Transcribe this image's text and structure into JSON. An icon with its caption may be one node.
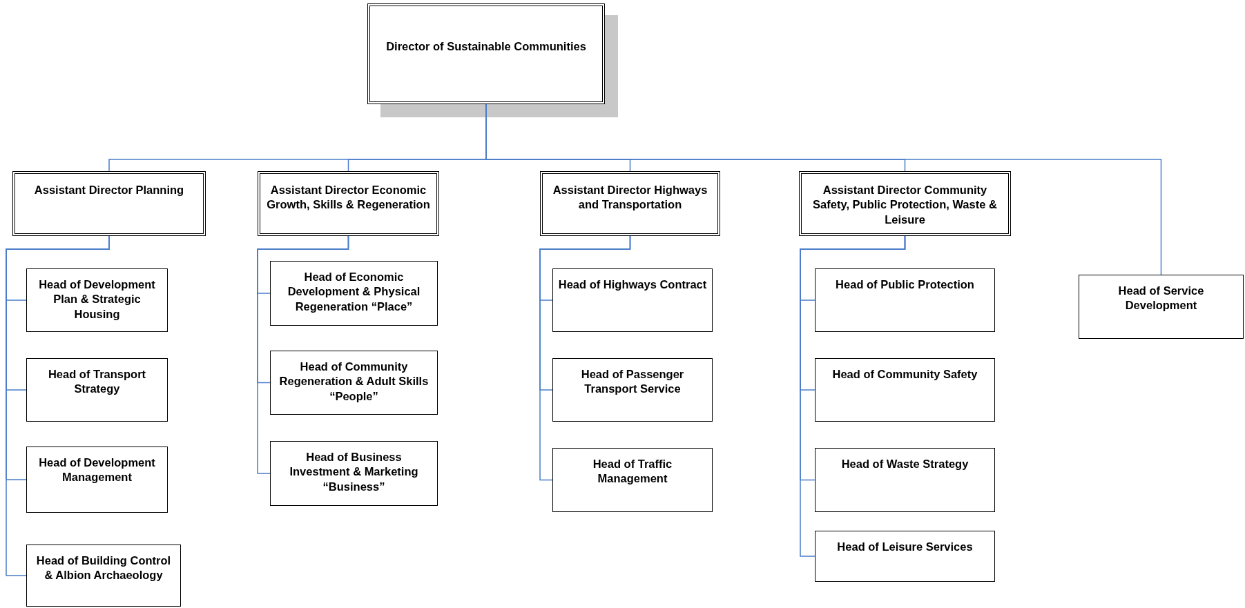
{
  "diagram": {
    "nodes": [
      {
        "text": [
          "Director of Sustainable Communities"
        ]
      },
      {
        "text": [
          "Assistant Director Planning"
        ]
      },
      {
        "text": [
          "Assistant Director Economic Growth, Skills & Regeneration"
        ]
      },
      {
        "text": [
          "Assistant Director Highways and Transportation"
        ]
      },
      {
        "text": [
          "Assistant Director Community Safety, Public Protection, Waste & Leisure"
        ]
      },
      {
        "text": [
          "Head of Service Development"
        ]
      },
      {
        "text": [
          "Head of Development Plan & Strategic Housing"
        ]
      },
      {
        "text": [
          "Head of Transport Strategy"
        ]
      },
      {
        "text": [
          "Head of Development Management"
        ]
      },
      {
        "text": [
          "Head of Building Control & Albion Archaeology"
        ]
      },
      {
        "text": [
          "Head of Economic Development & Physical Regeneration “Place”"
        ]
      },
      {
        "text": [
          "Head of Community Regeneration & Adult Skills “People”"
        ]
      },
      {
        "text": [
          "Head of Business Investment & Marketing “Business”"
        ]
      },
      {
        "text": [
          "Head of Highways Contract"
        ]
      },
      {
        "text": [
          "Head of Passenger Transport Service"
        ]
      },
      {
        "text": [
          "Head of Traffic Management"
        ]
      },
      {
        "text": [
          "Head of Public Protection"
        ]
      },
      {
        "text": [
          "Head of Community Safety"
        ]
      },
      {
        "text": [
          "Head of Waste Strategy"
        ]
      },
      {
        "text": [
          "Head of Leisure Services"
        ]
      }
    ],
    "edges": [
      {
        "from": 0,
        "to": 1,
        "arrow": "none"
      },
      {
        "from": 0,
        "to": 2,
        "arrow": "none"
      },
      {
        "from": 0,
        "to": 3,
        "arrow": "none"
      },
      {
        "from": 0,
        "to": 4,
        "arrow": "none"
      },
      {
        "from": 0,
        "to": 5,
        "arrow": "none"
      },
      {
        "from": 1,
        "to": 6,
        "arrow": "none"
      },
      {
        "from": 1,
        "to": 7,
        "arrow": "none"
      },
      {
        "from": 1,
        "to": 8,
        "arrow": "none"
      },
      {
        "from": 1,
        "to": 9,
        "arrow": "none"
      },
      {
        "from": 2,
        "to": 10,
        "arrow": "none"
      },
      {
        "from": 2,
        "to": 11,
        "arrow": "none"
      },
      {
        "from": 2,
        "to": 12,
        "arrow": "none"
      },
      {
        "from": 3,
        "to": 13,
        "arrow": "none"
      },
      {
        "from": 3,
        "to": 14,
        "arrow": "none"
      },
      {
        "from": 3,
        "to": 15,
        "arrow": "none"
      },
      {
        "from": 4,
        "to": 16,
        "arrow": "none"
      },
      {
        "from": 4,
        "to": 17,
        "arrow": "none"
      },
      {
        "from": 4,
        "to": 18,
        "arrow": "none"
      },
      {
        "from": 4,
        "to": 19,
        "arrow": "none"
      }
    ]
  }
}
